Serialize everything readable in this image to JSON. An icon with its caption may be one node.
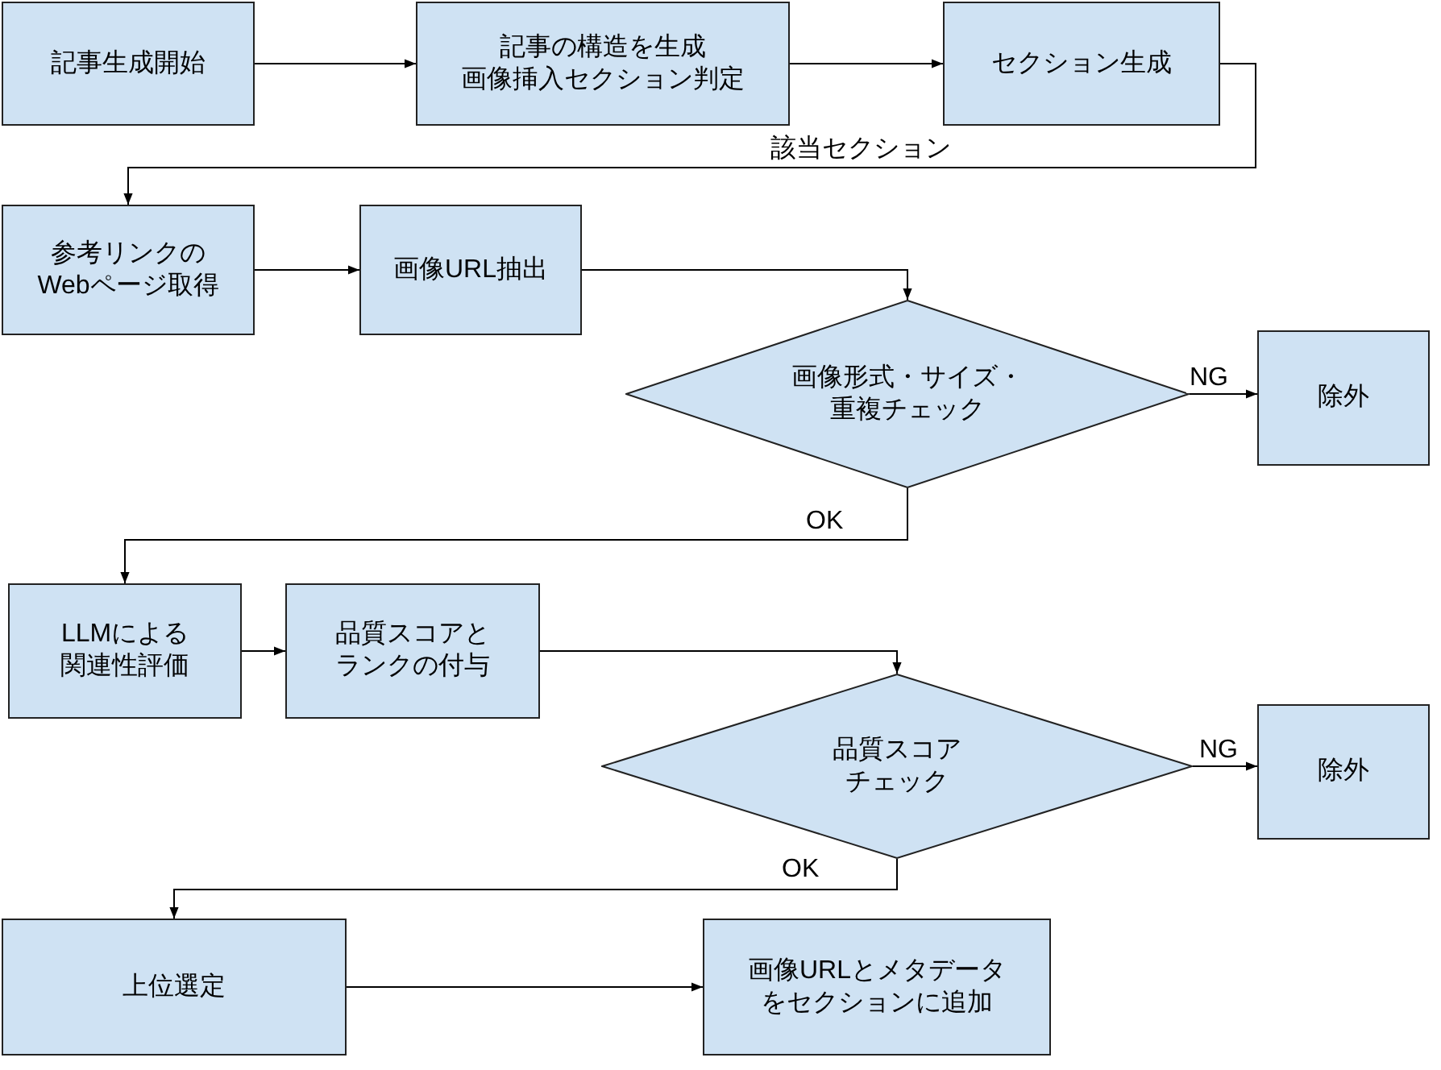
{
  "diagram": {
    "nodes": [
      {
        "text": [
          "記事生成開始"
        ]
      },
      {
        "text": [
          "記事の構造を生成画像挿入セクション判定"
        ]
      },
      {
        "text": [
          "セクション生成"
        ]
      },
      {
        "text": [
          "参考リンクのWebページ取得"
        ]
      },
      {
        "text": [
          "画像URL抽出"
        ]
      },
      {
        "text": [
          "画像形式・サイズ・重複チェック"
        ]
      },
      {
        "text": [
          "除外"
        ]
      },
      {
        "text": [
          "LLMによる関連性評価"
        ]
      },
      {
        "text": [
          "品質スコアとランクの付与"
        ]
      },
      {
        "text": [
          "品質スコアチェック"
        ]
      },
      {
        "text": [
          "除外"
        ]
      },
      {
        "text": [
          "上位選定"
        ]
      },
      {
        "text": [
          "画像URLとメタデータをセクションに追加"
        ]
      }
    ],
    "edges": [
      {
        "from": 0,
        "to": 1,
        "arrow": "to"
      },
      {
        "from": 1,
        "to": 2,
        "arrow": "to"
      },
      {
        "from": 2,
        "to": 3,
        "arrow": "to",
        "label": "該当セクション"
      },
      {
        "from": 3,
        "to": 4,
        "arrow": "to"
      },
      {
        "from": 4,
        "to": 5,
        "arrow": "to"
      },
      {
        "from": 5,
        "to": 6,
        "arrow": "to",
        "label": "NG"
      },
      {
        "from": 5,
        "to": 7,
        "arrow": "to",
        "label": "OK"
      },
      {
        "from": 7,
        "to": 8,
        "arrow": "to"
      },
      {
        "from": 8,
        "to": 9,
        "arrow": "to"
      },
      {
        "from": 9,
        "to": 10,
        "arrow": "to",
        "label": "NG"
      },
      {
        "from": 9,
        "to": 11,
        "arrow": "to",
        "label": "OK"
      },
      {
        "from": 11,
        "to": 12,
        "arrow": "to"
      }
    ]
  }
}
